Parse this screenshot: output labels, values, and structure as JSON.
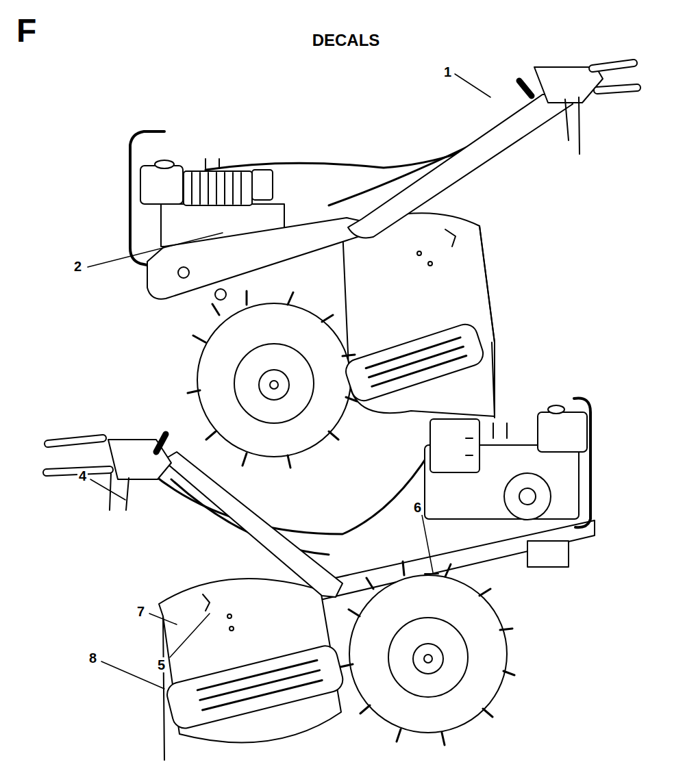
{
  "diagram": {
    "title": "DECALS",
    "labels": [
      "F",
      "1",
      "2",
      "4",
      "5",
      "6",
      "7",
      "8"
    ]
  }
}
